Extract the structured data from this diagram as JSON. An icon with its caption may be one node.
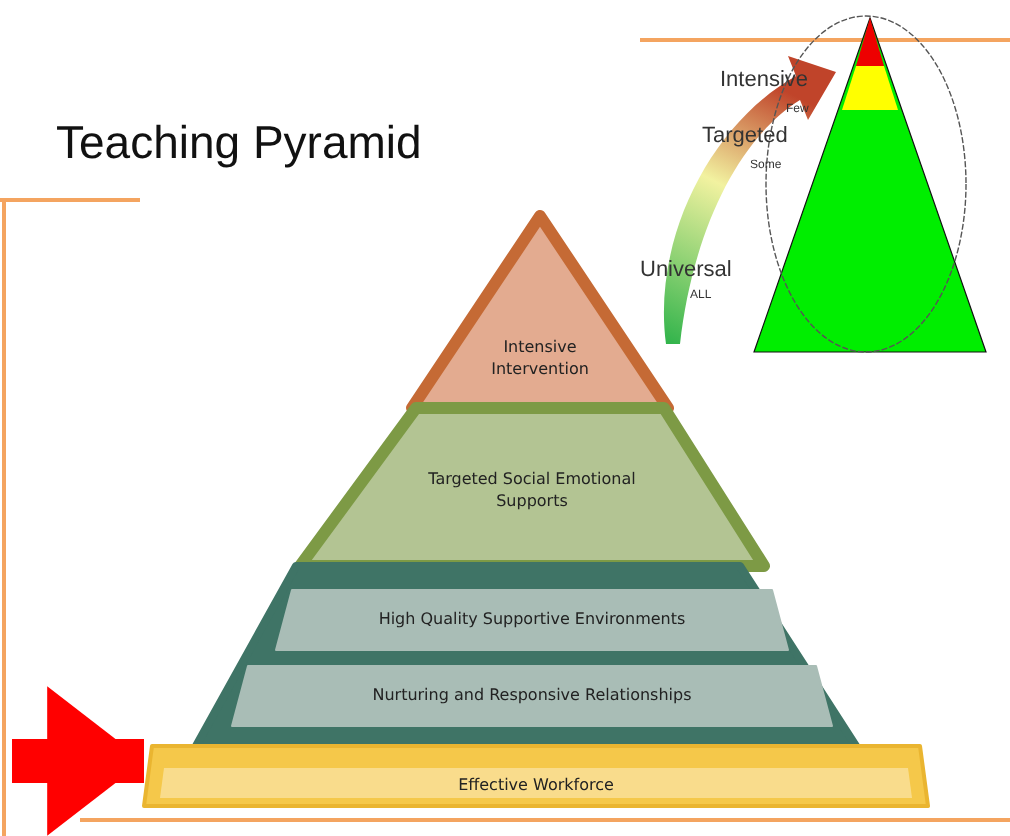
{
  "diagram": {
    "title": "Teaching Pyramid",
    "nodes": [
      {
        "text": [
          "Intensive Intervention"
        ]
      },
      {
        "text": [
          "Targeted Social Emotional Supports"
        ]
      },
      {
        "text": [],
        "shape": "band"
      },
      {
        "text": [
          "High Quality Supportive Environments"
        ],
        "in": 2
      },
      {
        "text": [
          "Nurturing and Responsive Relationships"
        ],
        "in": 2
      },
      {
        "text": [
          "Effective Workforce"
        ]
      }
    ],
    "edges": [
      {
        "from": null,
        "to": 5,
        "arrow": "to",
        "color": "#ff0000"
      }
    ],
    "labels": [
      "Intensive",
      "Few",
      "Targeted",
      "Some",
      "Universal",
      "ALL"
    ]
  }
}
